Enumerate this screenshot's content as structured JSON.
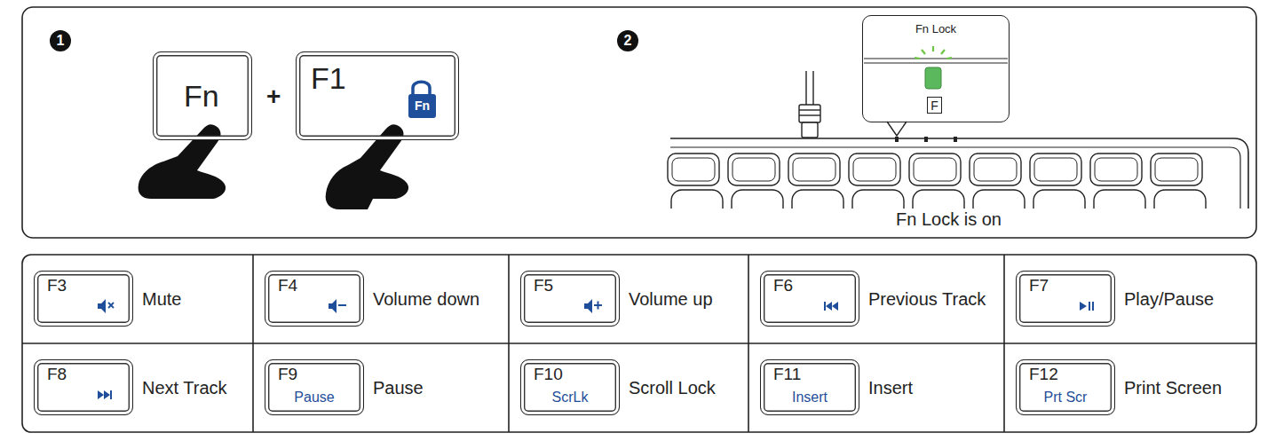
{
  "diagram": {
    "nodes": [
      {
        "text": [
          "Fn"
        ]
      },
      {
        "text": [
          "F1"
        ]
      },
      {
        "text": [
          "Fn"
        ],
        "in": 1
      },
      {
        "text": [
          "Fn Lock"
        ]
      },
      {
        "text": [
          "F"
        ],
        "in": 3
      },
      {
        "text": [
          "Mute"
        ]
      },
      {
        "text": [
          "F3"
        ],
        "in": 5
      },
      {
        "text": [
          "Volume down"
        ]
      },
      {
        "text": [
          "F4"
        ],
        "in": 7
      },
      {
        "text": [
          "Volume up"
        ]
      },
      {
        "text": [
          "F5"
        ],
        "in": 9
      },
      {
        "text": [
          "Previous Track"
        ]
      },
      {
        "text": [
          "F6"
        ],
        "in": 11
      },
      {
        "text": [
          "Play/Pause"
        ]
      },
      {
        "text": [
          "F7"
        ],
        "in": 13
      },
      {
        "text": [
          "Next Track"
        ]
      },
      {
        "text": [
          "F8"
        ],
        "in": 15
      },
      {
        "text": [
          "Pause"
        ]
      },
      {
        "text": [
          "F9",
          "Pause"
        ],
        "in": 17
      },
      {
        "text": [
          "Scroll Lock"
        ]
      },
      {
        "text": [
          "F10",
          "ScrLk"
        ],
        "in": 19
      },
      {
        "text": [
          "Insert"
        ]
      },
      {
        "text": [
          "F11",
          "Insert"
        ],
        "in": 21
      },
      {
        "text": [
          "Print Screen"
        ]
      },
      {
        "text": [
          "F12",
          "Prt Scr"
        ],
        "in": 23
      }
    ],
    "labels": [
      "1",
      "2",
      "+",
      "Fn Lock is on"
    ]
  }
}
